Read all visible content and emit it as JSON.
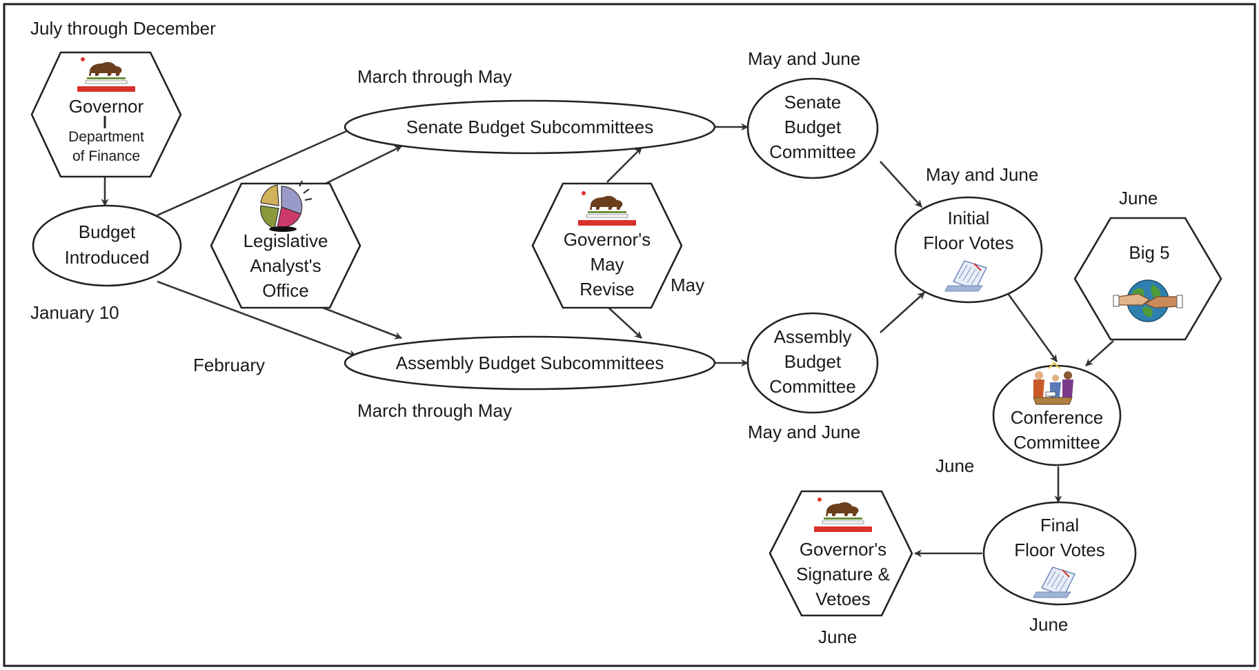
{
  "colors": {
    "border": "#222222",
    "line": "#333333",
    "flag_red": "#d9312b",
    "flag_bear": "#6b3f1e",
    "flag_grass": "#6a8f3a"
  },
  "time_labels": {
    "july_dec": "July through December",
    "jan10": "January 10",
    "february": "February",
    "march_may_top": "March through May",
    "march_may_bottom": "March through May",
    "may": "May",
    "may_june_senate": "May and June",
    "may_june_assembly": "May and June",
    "may_june_floor": "May and June",
    "june_big5": "June",
    "june_conference": "June",
    "june_final": "June",
    "june_signature": "June"
  },
  "nodes": {
    "governor": {
      "line1": "Governor",
      "line2": "Department",
      "line3": "of Finance",
      "icon": "california-flag-icon"
    },
    "budget_introduced": {
      "line1": "Budget",
      "line2": "Introduced"
    },
    "lao": {
      "line1": "Legislative",
      "line2": "Analyst's",
      "line3": "Office",
      "icon": "pie-chart-icon"
    },
    "senate_sub": {
      "label": "Senate Budget Subcommittees"
    },
    "assembly_sub": {
      "label": "Assembly Budget Subcommittees"
    },
    "may_revise": {
      "line1": "Governor's",
      "line2": "May",
      "line3": "Revise",
      "icon": "california-flag-icon"
    },
    "senate_committee": {
      "line1": "Senate",
      "line2": "Budget",
      "line3": "Committee"
    },
    "assembly_committee": {
      "line1": "Assembly",
      "line2": "Budget",
      "line3": "Committee"
    },
    "initial_votes": {
      "line1": "Initial",
      "line2": "Floor Votes",
      "icon": "ballot-document-icon"
    },
    "big5": {
      "label": "Big 5",
      "icon": "globe-handshake-icon"
    },
    "conference": {
      "line1": "Conference",
      "line2": "Committee",
      "icon": "meeting-people-icon"
    },
    "final_votes": {
      "line1": "Final",
      "line2": "Floor Votes",
      "icon": "ballot-document-icon"
    },
    "signature": {
      "line1": "Governor's",
      "line2": "Signature &",
      "line3": "Vetoes",
      "icon": "california-flag-icon"
    }
  }
}
